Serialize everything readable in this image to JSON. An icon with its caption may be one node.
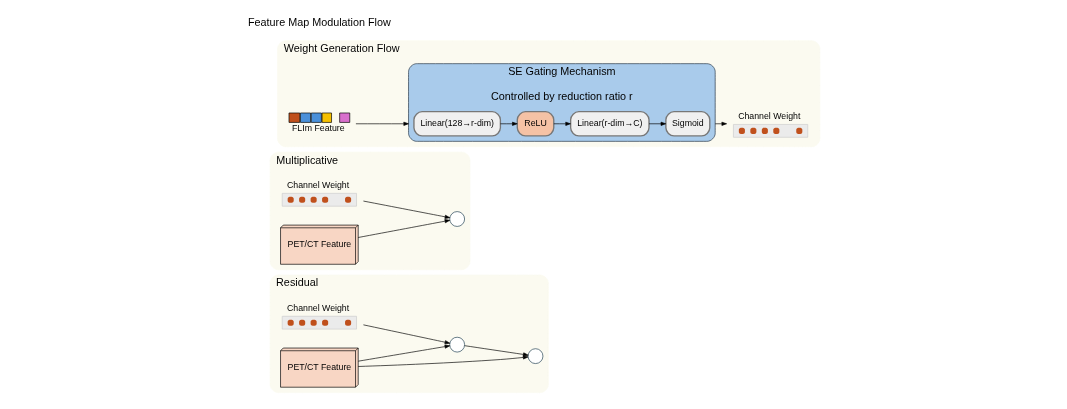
{
  "diagram": {
    "nodes": [
      {
        "text": [
          "Weight Generation Flow"
        ]
      },
      {
        "text": [
          "FLIm Feature"
        ],
        "in": 0
      },
      {
        "text": [
          "SE Gating Mechanism",
          "Controlled by reduction ratio r"
        ],
        "in": 0
      },
      {
        "text": [
          "Linear(128→r-dim)"
        ],
        "in": 2
      },
      {
        "text": [
          "ReLU"
        ],
        "in": 2
      },
      {
        "text": [
          "Linear(r-dim→C)"
        ],
        "in": 2
      },
      {
        "text": [
          "Sigmoid"
        ],
        "in": 2
      },
      {
        "text": [
          "Channel Weight"
        ],
        "in": 0
      },
      {
        "text": [
          "Multiplicative"
        ]
      },
      {
        "text": [
          "Channel Weight"
        ],
        "in": 8
      },
      {
        "text": [],
        "shape": "circle",
        "in": 8
      },
      {
        "text": [
          "PET/CT Feature"
        ],
        "in": 8
      },
      {
        "text": [
          "Residual"
        ]
      },
      {
        "text": [
          "Channel Weight"
        ],
        "in": 12
      },
      {
        "text": [],
        "shape": "circle",
        "in": 12
      },
      {
        "text": [],
        "shape": "circle",
        "in": 12
      },
      {
        "text": [
          "PET/CT Feature"
        ],
        "in": 12
      }
    ],
    "edges": [
      {
        "from": 1,
        "to": 2,
        "arrow": "to"
      },
      {
        "from": 3,
        "to": 4,
        "arrow": "to"
      },
      {
        "from": 4,
        "to": 5,
        "arrow": "to"
      },
      {
        "from": 5,
        "to": 6,
        "arrow": "to"
      },
      {
        "from": 2,
        "to": 7,
        "arrow": "to"
      },
      {
        "from": 9,
        "to": 10,
        "arrow": "to"
      },
      {
        "from": 11,
        "to": 10,
        "arrow": "to"
      },
      {
        "from": 13,
        "to": 14,
        "arrow": "to"
      },
      {
        "from": 16,
        "to": 14,
        "arrow": "to"
      },
      {
        "from": 14,
        "to": 15,
        "arrow": "to"
      },
      {
        "from": 16,
        "to": 15,
        "arrow": "to"
      }
    ],
    "labels": [
      "Feature Map Modulation Flow"
    ]
  }
}
